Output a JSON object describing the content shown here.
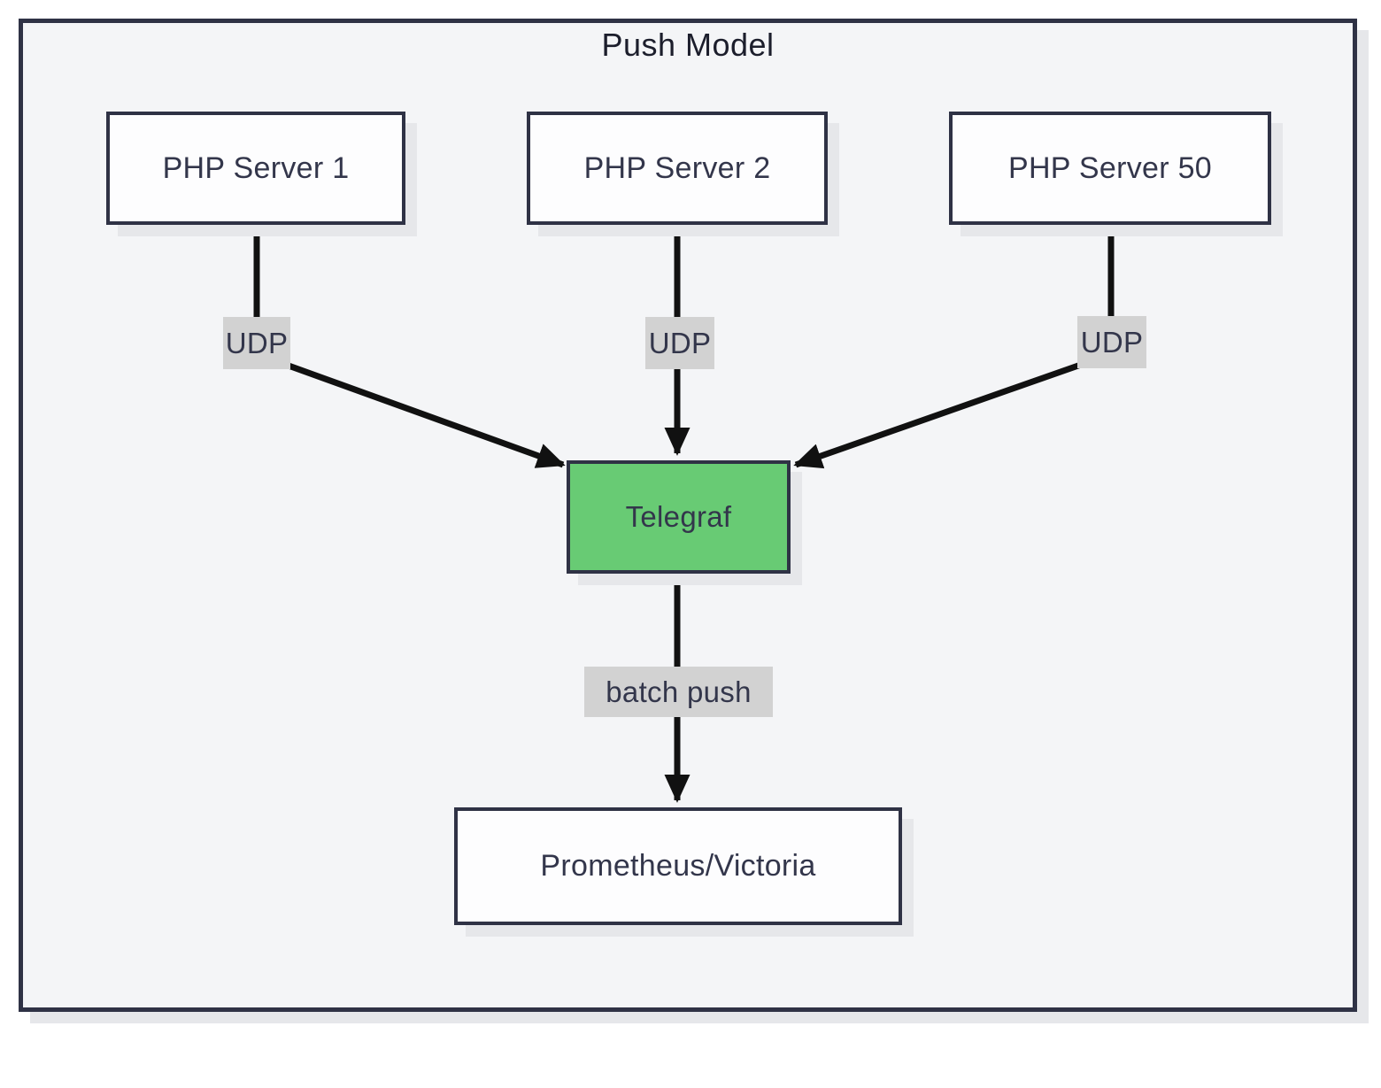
{
  "diagram": {
    "title": "Push Model",
    "nodes": {
      "php1": {
        "label": "PHP Server 1"
      },
      "php2": {
        "label": "PHP Server 2"
      },
      "php50": {
        "label": "PHP Server 50"
      },
      "telegraf": {
        "label": "Telegraf"
      },
      "prometheus": {
        "label": "Prometheus/Victoria"
      }
    },
    "edges": {
      "udp1": {
        "from": "php1",
        "to": "telegraf",
        "label": "UDP"
      },
      "udp2": {
        "from": "php2",
        "to": "telegraf",
        "label": "UDP"
      },
      "udp3": {
        "from": "php50",
        "to": "telegraf",
        "label": "UDP"
      },
      "batch": {
        "from": "telegraf",
        "to": "prometheus",
        "label": "batch push"
      }
    },
    "colors": {
      "border": "#2f3245",
      "green": "#68cb74",
      "label_bg": "#d2d2d2",
      "frame_bg": "#f4f5f7",
      "node_bg": "#fdfdfe",
      "line": "#111111",
      "shadow": "#e6e7ea",
      "text": "#33364b"
    }
  }
}
